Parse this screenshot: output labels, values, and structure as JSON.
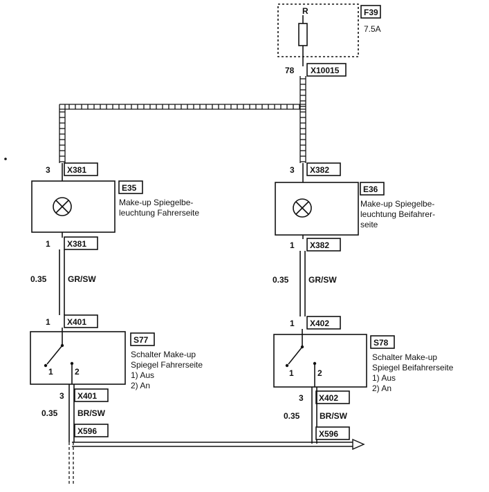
{
  "fuse": {
    "id": "F39",
    "rating": "7.5A",
    "pin_label": "R"
  },
  "fuse_connector": {
    "pin": "78",
    "id": "X10015"
  },
  "left": {
    "top_connector": {
      "pin": "3",
      "id": "X381"
    },
    "lamp": {
      "id": "E35",
      "desc_line1": "Make-up Spiegelbe-",
      "desc_line2": "leuchtung Fahrerseite"
    },
    "lamp_out": {
      "pin": "1",
      "id": "X381"
    },
    "wire": {
      "gauge": "0.35",
      "color": "GR/SW"
    },
    "switch_in": {
      "pin": "1",
      "id": "X401"
    },
    "switch": {
      "id": "S77",
      "desc_line1": "Schalter Make-up",
      "desc_line2": "Spiegel Fahrerseite",
      "state1": "1)  Aus",
      "state2": "2)  An",
      "contact1": "1",
      "contact2": "2"
    },
    "switch_out": {
      "pin": "3",
      "id": "X401"
    },
    "ground_wire": {
      "gauge": "0.35",
      "color": "BR/SW"
    },
    "ground": {
      "id": "X596"
    }
  },
  "right": {
    "top_connector": {
      "pin": "3",
      "id": "X382"
    },
    "lamp": {
      "id": "E36",
      "desc_line1": "Make-up Spiegelbe-",
      "desc_line2": "leuchtung Beifahrer-",
      "desc_line3": "seite"
    },
    "lamp_out": {
      "pin": "1",
      "id": "X382"
    },
    "wire": {
      "gauge": "0.35",
      "color": "GR/SW"
    },
    "switch_in": {
      "pin": "1",
      "id": "X402"
    },
    "switch": {
      "id": "S78",
      "desc_line1": "Schalter Make-up",
      "desc_line2": "Spiegel Beifahrerseite",
      "state1": "1)  Aus",
      "state2": "2)  An",
      "contact1": "1",
      "contact2": "2"
    },
    "switch_out": {
      "pin": "3",
      "id": "X402"
    },
    "ground_wire": {
      "gauge": "0.35",
      "color": "BR/SW"
    },
    "ground": {
      "id": "X596"
    }
  },
  "colors": {
    "ink": "#111111",
    "paper": "#ffffff"
  }
}
